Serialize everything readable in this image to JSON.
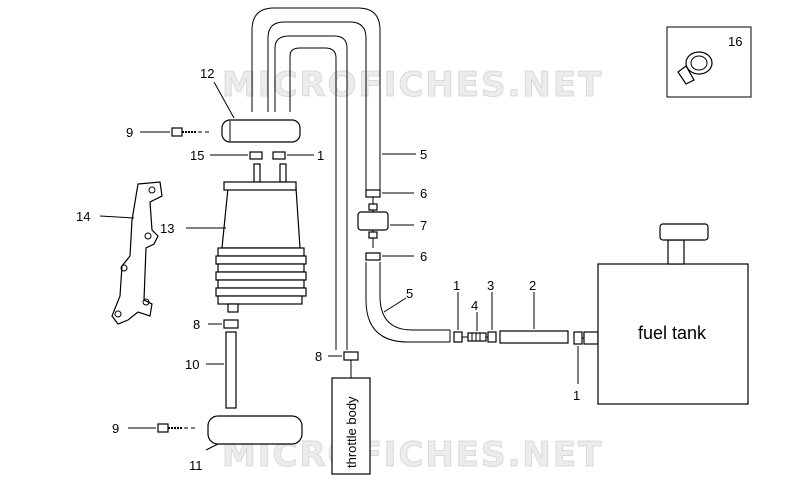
{
  "watermark": "MICROFICHES.NET",
  "labels": {
    "fuel_tank": "fuel tank",
    "throttle_body": "throttle body"
  },
  "callouts": {
    "p1_top": "1",
    "p1_mid": "1",
    "p1_bottom": "1",
    "p2": "2",
    "p3": "3",
    "p4": "4",
    "p5_top": "5",
    "p5_mid": "5",
    "p6_top": "6",
    "p6_bottom": "6",
    "p7": "7",
    "p8_left": "8",
    "p8_center": "8",
    "p9_top": "9",
    "p9_bottom": "9",
    "p10": "10",
    "p11": "11",
    "p12": "12",
    "p13": "13",
    "p14": "14",
    "p15": "15",
    "p16": "16"
  }
}
